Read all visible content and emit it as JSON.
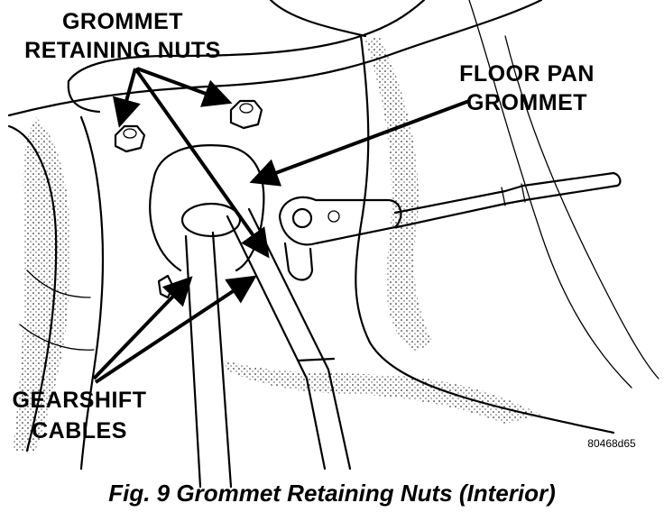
{
  "labels": {
    "grommet_nuts": [
      "GROMMET",
      "RETAINING NUTS"
    ],
    "floor_pan": [
      "FLOOR PAN",
      "GROMMET"
    ],
    "gearshift": [
      "GEARSHIFT",
      "CABLES"
    ]
  },
  "figure_code": "80468d65",
  "caption": "Fig. 9 Grommet Retaining Nuts (Interior)"
}
